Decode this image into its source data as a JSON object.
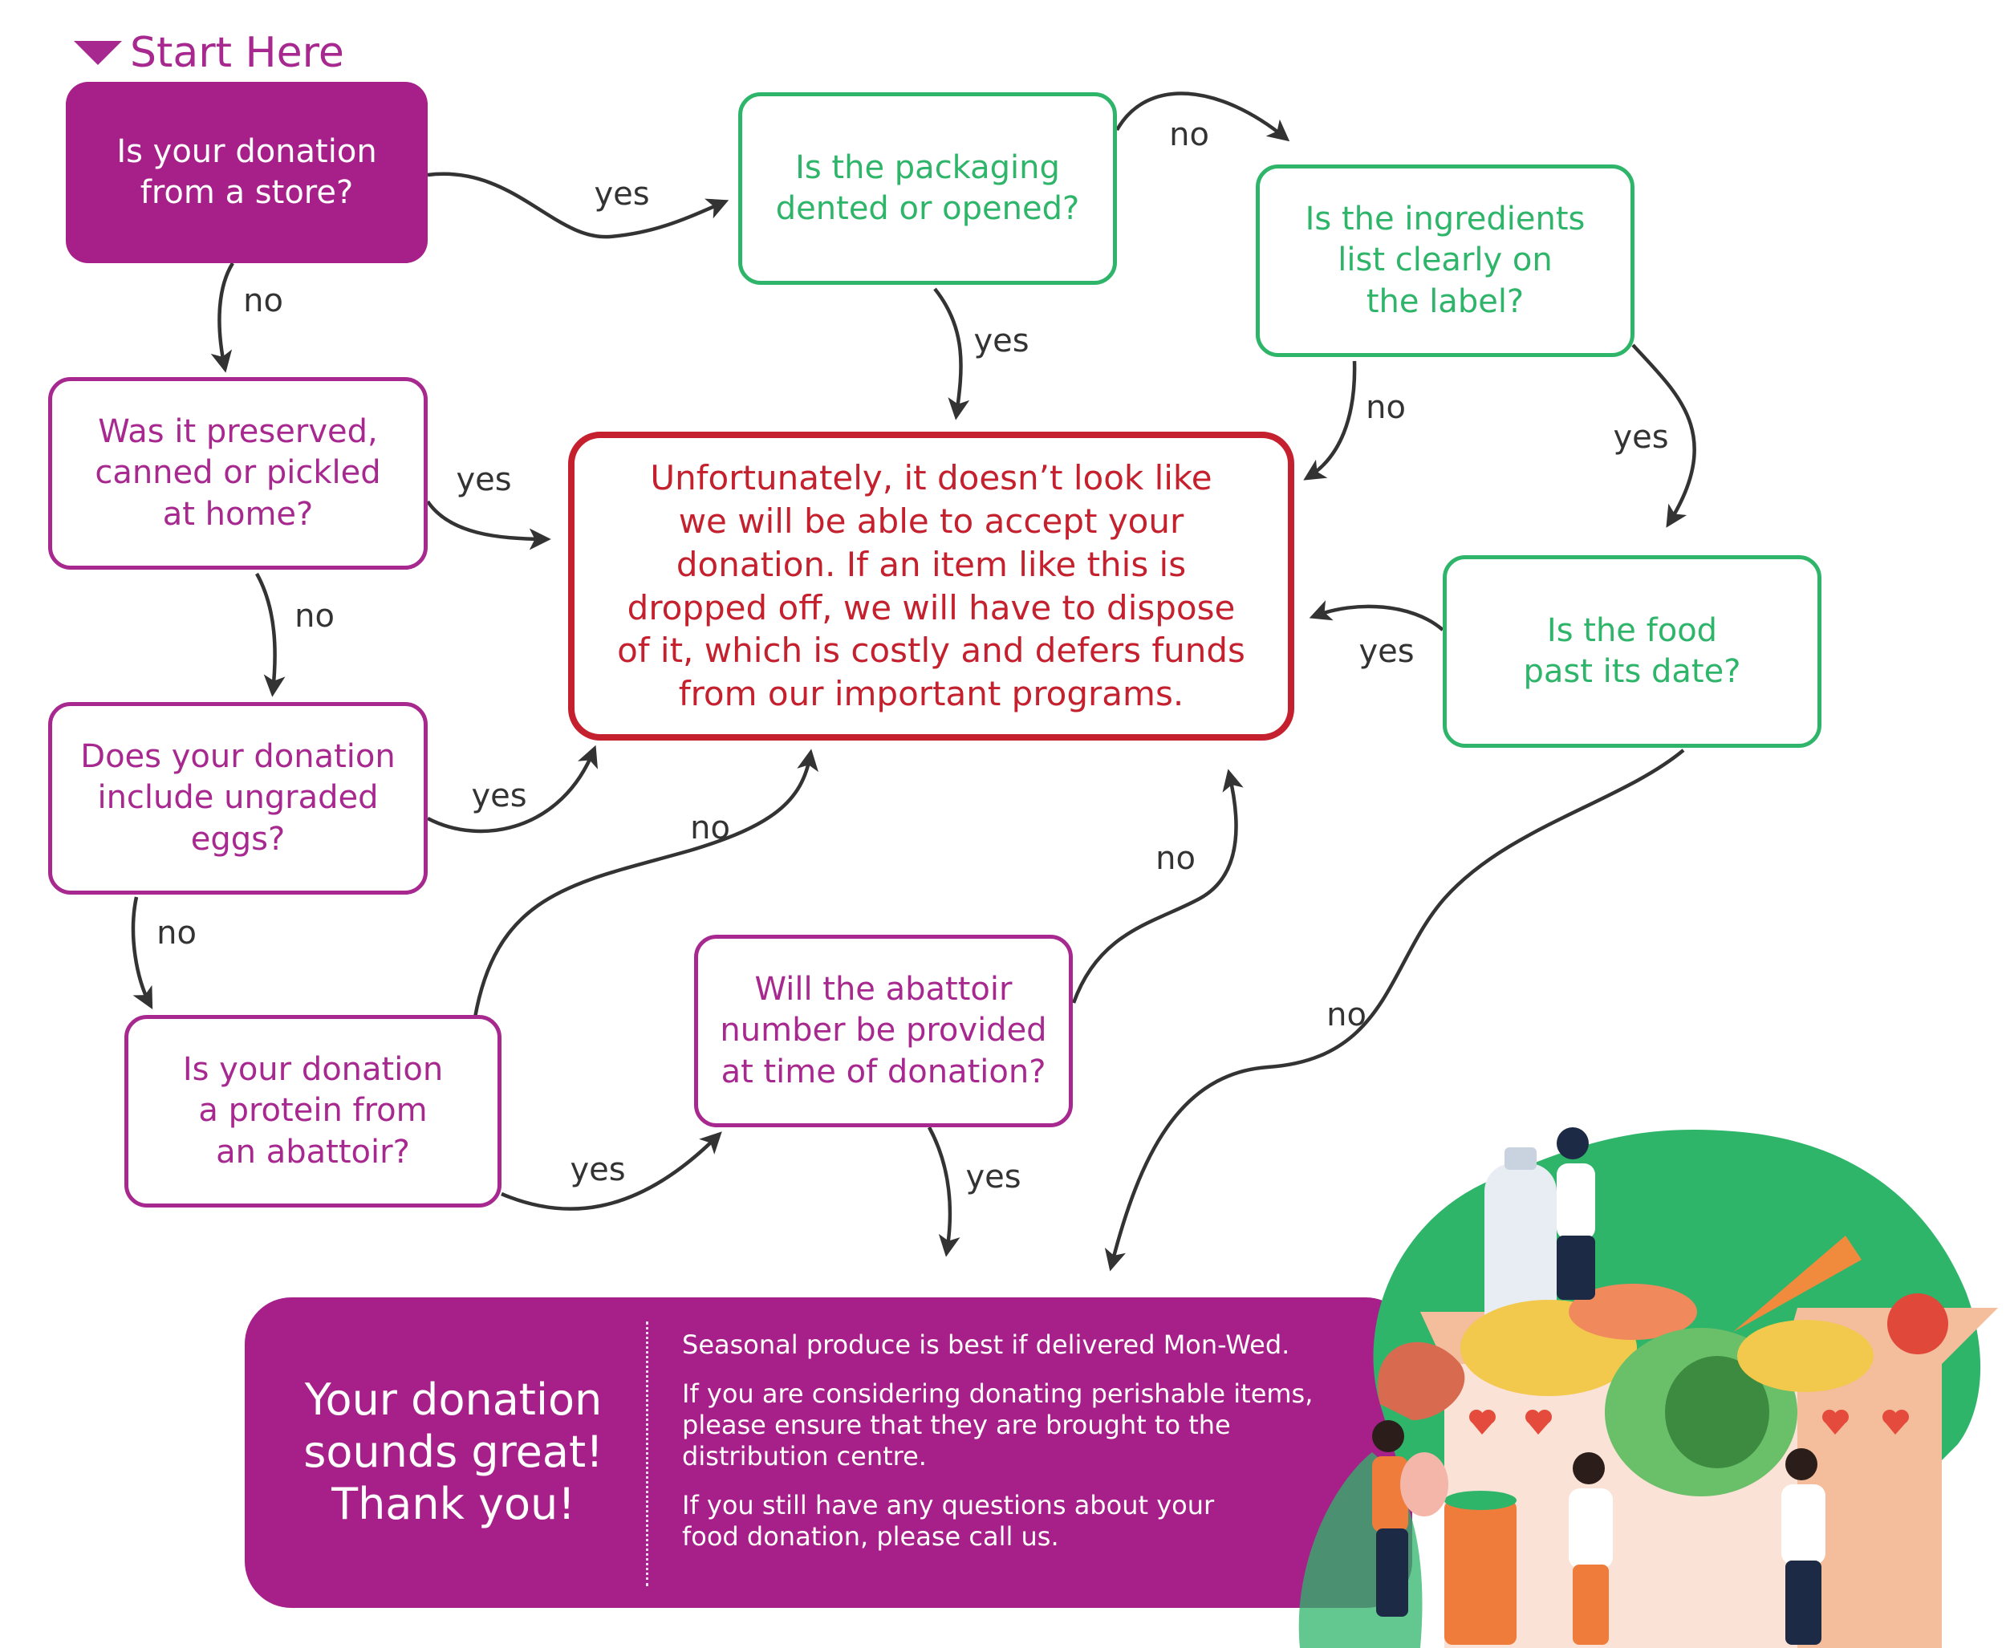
{
  "start": {
    "label": "Start Here"
  },
  "nodes": {
    "store": "Is your donation\nfrom a store?",
    "preserved": "Was it preserved,\ncanned or pickled\nat home?",
    "eggs": "Does your donation\ninclude ungraded\neggs?",
    "abattoir_protein": "Is your donation\na protein from\nan abattoir?",
    "abattoir_number": "Will the abattoir\nnumber be provided\nat time of donation?",
    "packaging": "Is the packaging\ndented or opened?",
    "ingredients": "Is the ingredients\nlist clearly on\nthe label?",
    "date": "Is the food\npast its date?",
    "reject": "Unfortunately, it doesn’t look like\nwe will be able to accept your\ndonation. If an item like this is\ndropped off, we will have to dispose\nof it, which is costly and defers funds\nfrom our important programs."
  },
  "edge_labels": {
    "store_yes": "yes",
    "store_no": "no",
    "packaging_no": "no",
    "packaging_yes": "yes",
    "ingredients_no": "no",
    "ingredients_yes": "yes",
    "preserved_yes": "yes",
    "preserved_no": "no",
    "eggs_yes": "yes",
    "eggs_no": "no",
    "date_yes": "yes",
    "date_no": "no",
    "protein_no": "no",
    "protein_yes": "yes",
    "number_no": "no",
    "number_yes": "yes"
  },
  "final": {
    "title": "Your donation\nsounds great!\nThank you!",
    "note1": "Seasonal produce is best if delivered Mon-Wed.",
    "note2": "If you are considering donating perishable items,\nplease ensure that they are brought to the\ndistribution centre.",
    "note3": "If you still have any questions about your\nfood donation, please call us."
  },
  "colors": {
    "purple": "#a7288f",
    "green": "#2eb56a",
    "red": "#c4202e",
    "final_bg": "#a7208a",
    "arrow": "#333333"
  }
}
